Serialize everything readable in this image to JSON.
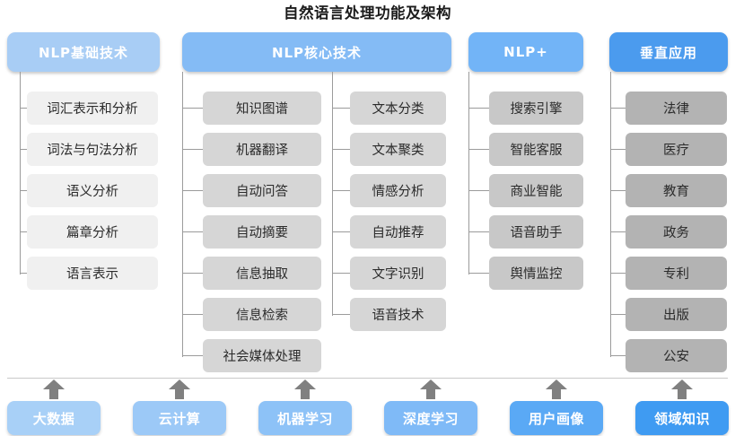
{
  "title": "自然语言处理功能及架构",
  "colors": {
    "col1_header": "#a8cdf5",
    "col2_header": "#84bbf5",
    "col3_header": "#72b4f7",
    "col4_header": "#4b9bee",
    "leaf_light": "#f0f0f0",
    "leaf_mid": "#d6d6d6",
    "leaf_mid2": "#c8c8c8",
    "leaf_dark": "#b3b3b3",
    "connector": "#9b9b9b",
    "arrow": "#808080",
    "title_text": "#1b1b1b"
  },
  "columns": [
    {
      "header": "NLP基础技术",
      "items": [
        "词汇表示和分析",
        "词法与句法分析",
        "语义分析",
        "篇章分析",
        "语言表示"
      ]
    },
    {
      "header": "NLP核心技术",
      "items_left": [
        "知识图谱",
        "机器翻译",
        "自动问答",
        "自动摘要",
        "信息抽取",
        "信息检索",
        "社会媒体处理"
      ],
      "items_right": [
        "文本分类",
        "文本聚类",
        "情感分析",
        "自动推荐",
        "文字识别",
        "语音技术"
      ]
    },
    {
      "header": "NLP+",
      "items": [
        "搜索引擎",
        "智能客服",
        "商业智能",
        "语音助手",
        "舆情监控"
      ]
    },
    {
      "header": "垂直应用",
      "items": [
        "法律",
        "医疗",
        "教育",
        "政务",
        "专利",
        "出版",
        "公安"
      ]
    }
  ],
  "foundation": {
    "items": [
      {
        "label": "大数据",
        "color": "#a8d0f7"
      },
      {
        "label": "云计算",
        "color": "#9cc9f7"
      },
      {
        "label": "机器学习",
        "color": "#8dc2f7"
      },
      {
        "label": "深度学习",
        "color": "#7fbaf7"
      },
      {
        "label": "用户画像",
        "color": "#5aa9f5"
      },
      {
        "label": "领域知识",
        "color": "#3f9bf2"
      }
    ]
  }
}
